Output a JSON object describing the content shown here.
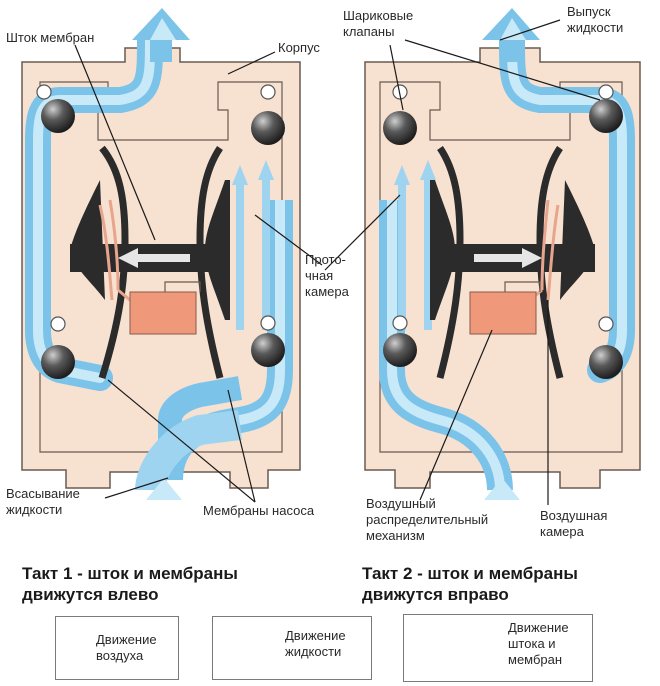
{
  "labels": {
    "rod": "Шток мембран",
    "body": "Корпус",
    "ball_valves": [
      "Шариковые",
      "клапаны"
    ],
    "outlet": [
      "Выпуск",
      "жидкости"
    ],
    "flow_chamber": [
      "Прото-",
      "чная",
      "камера"
    ],
    "suction": [
      "Всасывание",
      "жидкости"
    ],
    "pump_membranes": "Мембраны насоса",
    "air_distributor": [
      "Воздушный",
      "распределительный",
      "механизм"
    ],
    "air_chamber": [
      "Воздушная",
      "камера"
    ]
  },
  "captions": {
    "stroke1": [
      "Такт 1 - шток и мембраны",
      "движутся влево"
    ],
    "stroke2": [
      "Такт 2 - шток и мембраны",
      "движутся вправо"
    ]
  },
  "legend": {
    "air": [
      "Движение",
      "воздуха"
    ],
    "liquid": [
      "Движение",
      "жидкости"
    ],
    "rod": [
      "Движение",
      "штока и",
      "мембран"
    ]
  },
  "colors": {
    "body_fill": "#f7e1d1",
    "body_stroke": "#6a5a50",
    "liquid": "#9fd4f0",
    "liquid_dark": "#5fb3e0",
    "air": "#e8a58d",
    "distributor": "#f0997a",
    "membrane": "#2b2b2b",
    "ball": "#3a3a3a"
  }
}
